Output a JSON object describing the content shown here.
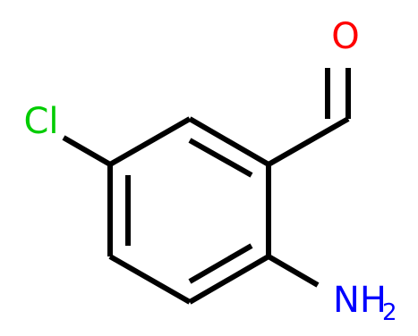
{
  "atoms": {
    "oxygen": {
      "symbol": "O",
      "color": "#ff0000"
    },
    "chlorine": {
      "symbol": "Cl",
      "color": "#00cc00"
    },
    "amine": {
      "symbol": "NH",
      "subscript": "2",
      "color": "#0000ff"
    }
  },
  "bond_color": "#000000"
}
